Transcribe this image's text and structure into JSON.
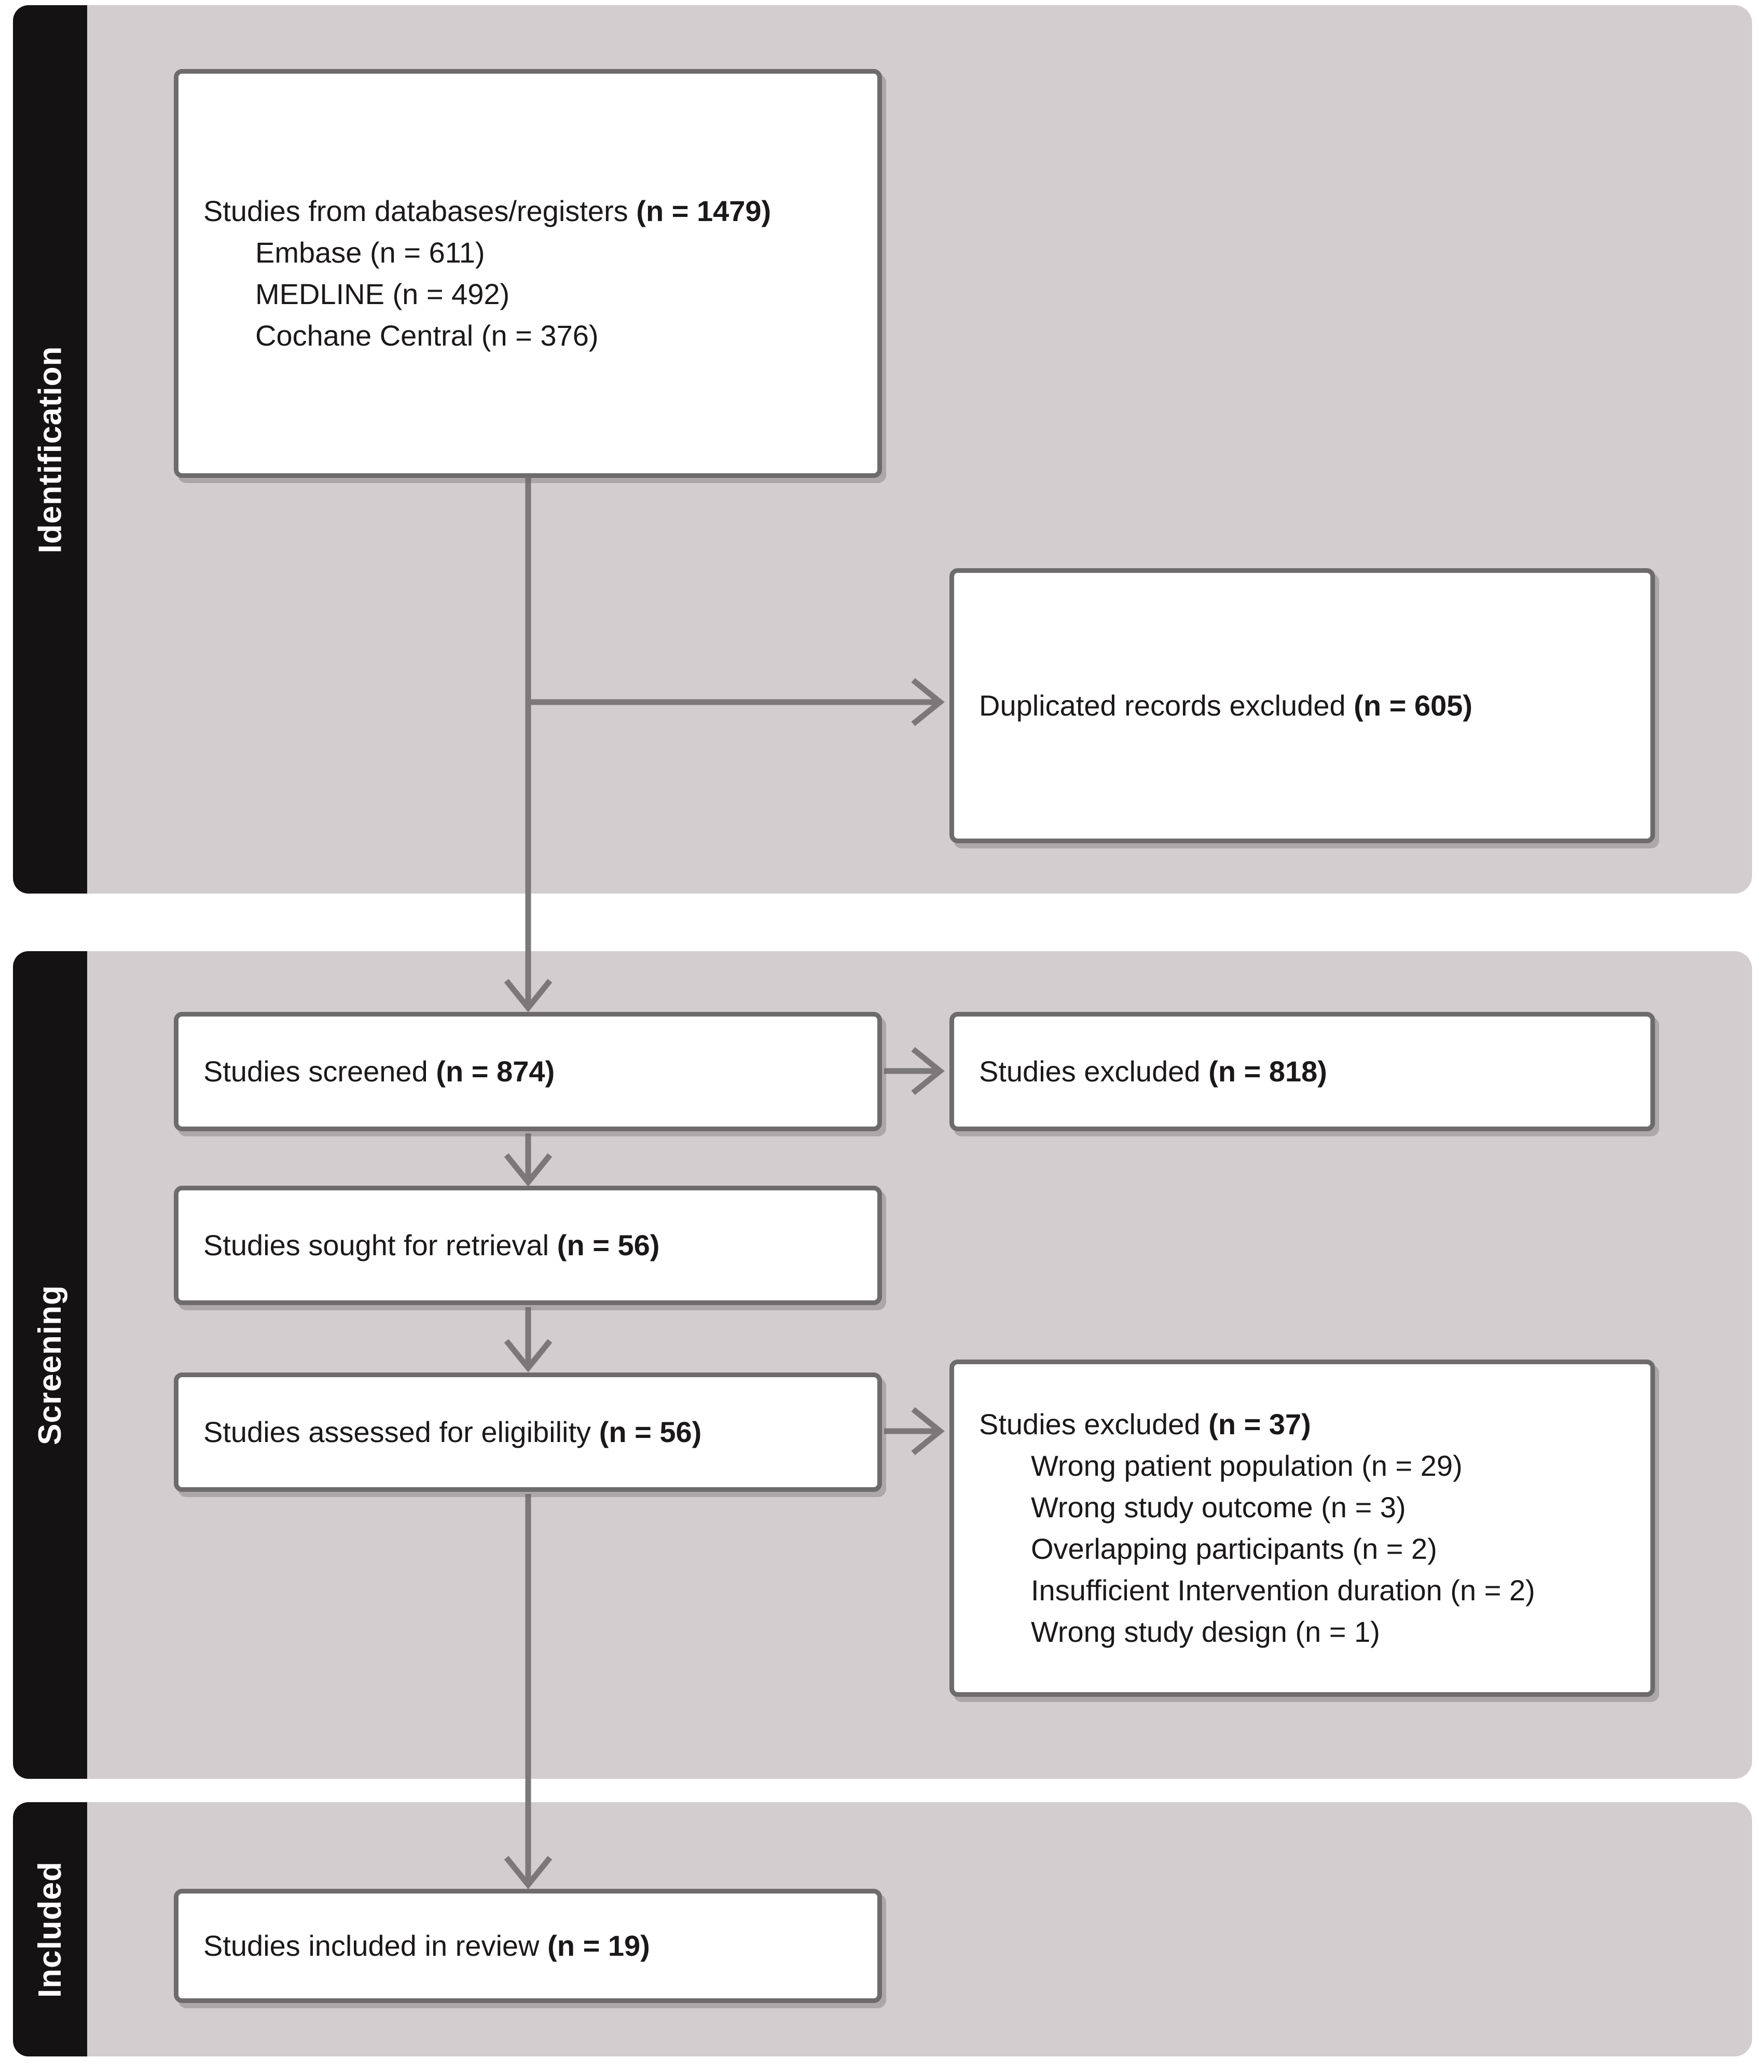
{
  "sections": [
    {
      "label": "Identification"
    },
    {
      "label": "Screening"
    },
    {
      "label": "Included"
    }
  ],
  "boxes": {
    "databases": {
      "text": "Studies from databases/registers",
      "count": "(n = 1479)",
      "sources": [
        "Embase (n = 611)",
        "MEDLINE (n = 492)",
        "Cochane Central (n = 376)"
      ]
    },
    "duplicates": {
      "text": "Duplicated records excluded",
      "count": "(n = 605)"
    },
    "screened": {
      "text": "Studies screened",
      "count": "(n = 874)"
    },
    "excluded_screening": {
      "text": "Studies excluded",
      "count": "(n = 818)"
    },
    "retrieval": {
      "text": "Studies sought for retrieval",
      "count": "(n = 56)"
    },
    "eligibility": {
      "text": "Studies assessed for eligibility",
      "count": "(n = 56)"
    },
    "excluded_eligibility": {
      "text": "Studies excluded",
      "count": "(n = 37)",
      "reasons": [
        "Wrong patient population (n = 29)",
        "Wrong study outcome (n = 3)",
        "Overlapping participants (n = 2)",
        "Insufficient Intervention duration (n = 2)",
        "Wrong study design (n = 1)"
      ]
    },
    "included": {
      "text": "Studies included in review",
      "count": "(n = 19)"
    }
  },
  "colors": {
    "section_background": "#d2cdcf",
    "side_bar": "#141212",
    "box_border": "#6e6b6c",
    "arrow": "#7b7879",
    "text": "#1b1819"
  }
}
